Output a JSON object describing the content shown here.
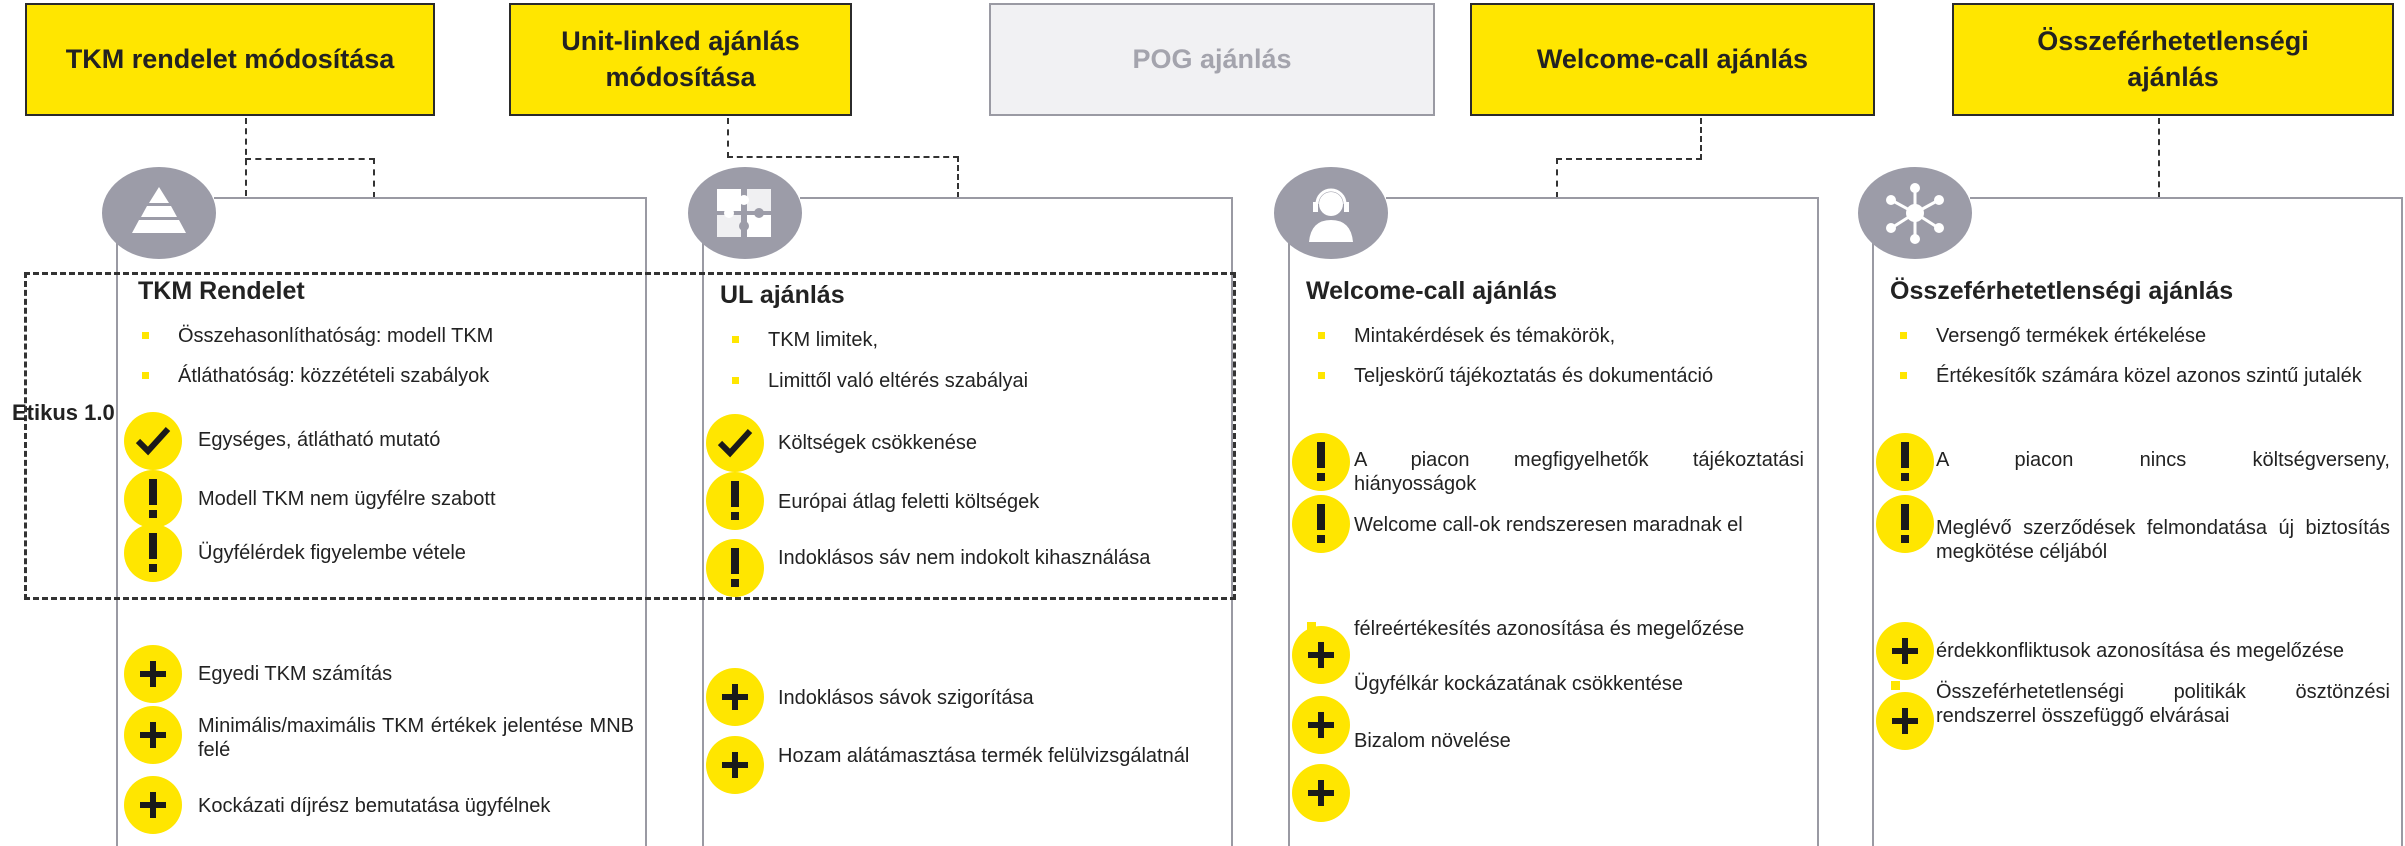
{
  "headers": [
    {
      "label": "TKM rendelet módosítása",
      "style": "yellow"
    },
    {
      "label": "Unit-linked ajánlás módosítása",
      "style": "yellow"
    },
    {
      "label": "POG ajánlás",
      "style": "gray"
    },
    {
      "label": "Welcome-call ajánlás",
      "style": "yellow"
    },
    {
      "label": "Összeférhetetlenségi ajánlás",
      "style": "yellow"
    }
  ],
  "etikus_label": "Etikus 1.0",
  "icons": {
    "plus": "+",
    "exclaim": "!",
    "check": "✓"
  },
  "colors": {
    "accent": "#ffe600",
    "gray": "#9c9ca8",
    "border": "#2b2b2b"
  },
  "panels": [
    {
      "icon": "pyramid-icon",
      "title": "TKM Rendelet",
      "bullets": [
        "Összehasonlíthatóság: modell TKM",
        "Átláthatóság: közzétételi szabályok"
      ],
      "checks": [
        "Egységes, átlátható mutató"
      ],
      "warnings": [
        "Modell TKM nem ügyfélre szabott",
        "Ügyfélérdek figyelembe vétele"
      ],
      "pluses": [
        "Egyedi TKM számítás",
        "Minimális/maximális TKM értékek jelentése MNB felé",
        "Kockázati díjrész bemutatása ügyfélnek"
      ]
    },
    {
      "icon": "puzzle-icon",
      "title": "UL ajánlás",
      "bullets": [
        "TKM limitek,",
        "Limittől való eltérés szabályai"
      ],
      "checks": [
        "Költségek csökkenése"
      ],
      "warnings": [
        "Európai átlag feletti költségek",
        "Indoklásos sáv nem indokolt kihasználása"
      ],
      "pluses": [
        "Indoklásos sávok szigorítása",
        "Hozam alátámasztása termék felülvizsgálatnál"
      ]
    },
    {
      "icon": "headset-agent-icon",
      "title": "Welcome-call ajánlás",
      "bullets": [
        "Mintakérdések és témakörök,",
        "Teljeskörű tájékoztatás és dokumentáció"
      ],
      "warnings": [
        "A piacon megfigyelhetők tájékoztatási hiányosságok",
        "Welcome call-ok rendszeresen maradnak el"
      ],
      "pluses": [
        "félreértékesítés azonosítása és megelőzése",
        "Ügyfélkár kockázatának csökkentése",
        "Bizalom növelése"
      ]
    },
    {
      "icon": "network-hub-icon",
      "title": "Összeférhetetlenségi ajánlás",
      "bullets": [
        "Versengő termékek értékelése",
        "Értékesítők számára közel azonos szintű jutalék"
      ],
      "warnings": [
        "A piacon nincs költségverseny,",
        "Meglévő szerződések felmondatása új biztosítás megkötése céljából"
      ],
      "pluses": [
        "érdekkonfliktusok azonosítása és megelőzése",
        "Összeférhetetlenségi politikák ösztönzési rendszerrel összefüggő elvárásai"
      ]
    }
  ]
}
